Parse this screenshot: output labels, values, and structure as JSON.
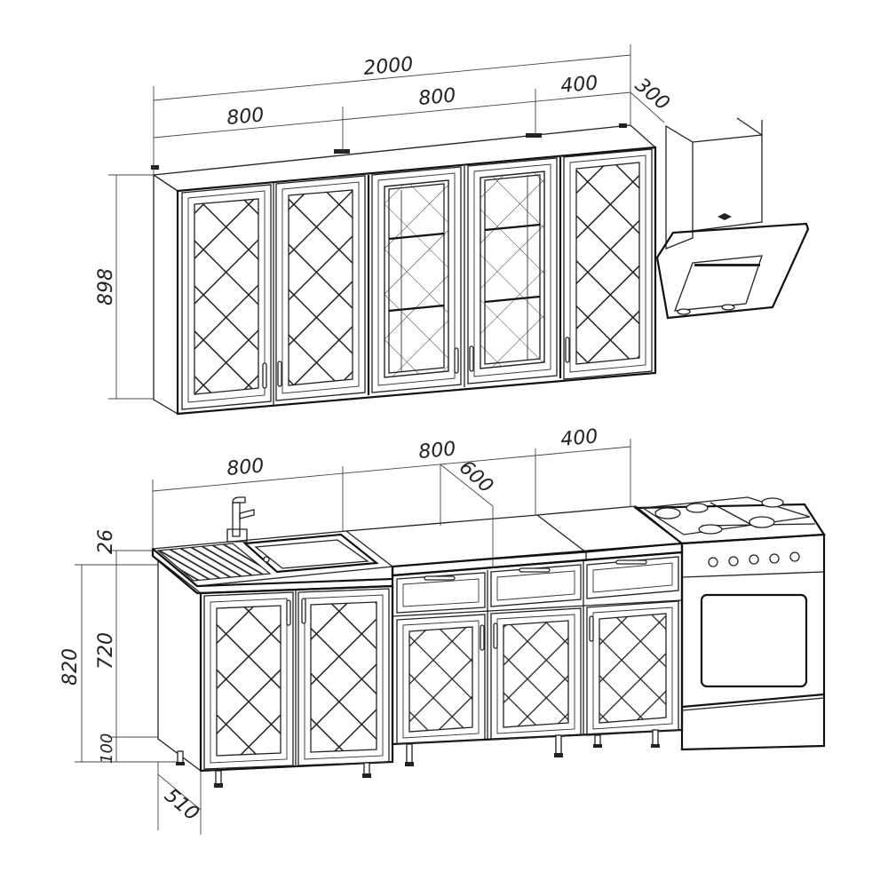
{
  "dimensions": {
    "upper_total_width": "2000",
    "upper_section_1": "800",
    "upper_section_2": "800",
    "upper_section_3": "400",
    "hood_depth": "300",
    "upper_height": "898",
    "lower_section_1": "800",
    "lower_section_2": "800",
    "lower_section_3": "400",
    "countertop_depth": "600",
    "countertop_thickness": "26",
    "lower_body_height": "720",
    "lower_total_height": "820",
    "leg_height": "100",
    "lower_depth": "510"
  },
  "colors": {
    "line": "#222222",
    "background": "#ffffff"
  }
}
